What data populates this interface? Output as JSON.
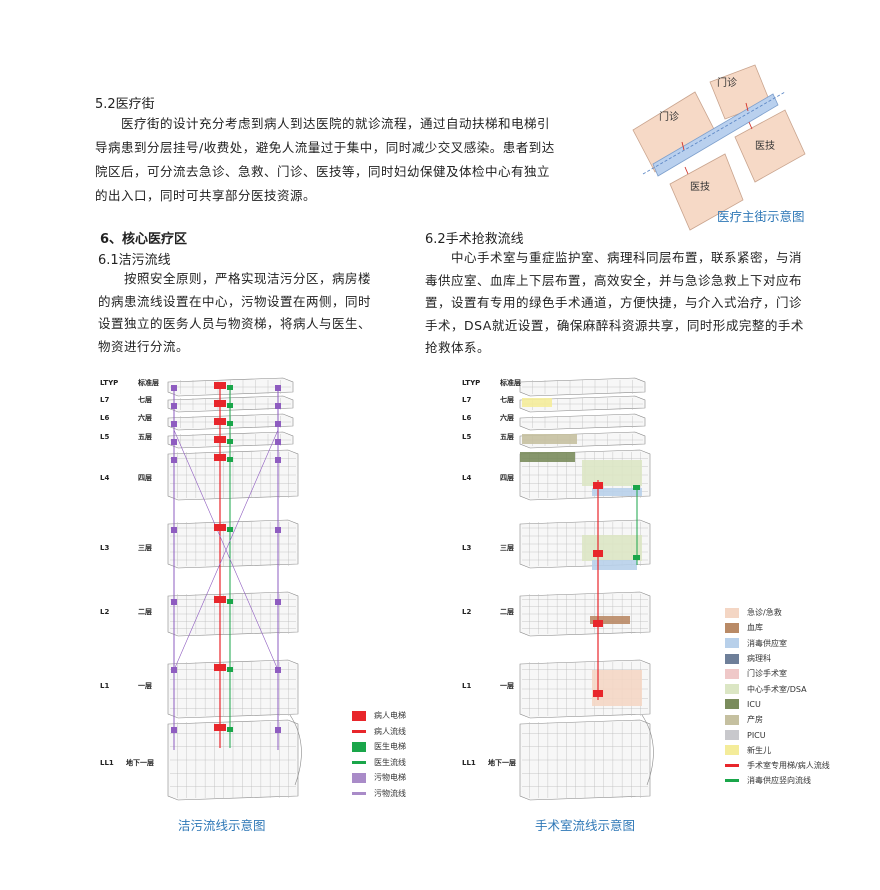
{
  "section52": {
    "title": "5.2医疗街",
    "lines": [
      "医疗街的设计充分考虑到病人到达医院的就诊流程，通过自动扶梯和电梯引",
      "导病患到分层挂号/收费处，避免人流量过于集中，同时减少交叉感染。患者到达",
      "院区后，可分流去急诊、急救、门诊、医技等，同时妇幼保健及体检中心有独立",
      "的出入口，同时可共享部分医技资源。"
    ]
  },
  "street_diagram": {
    "blocks": [
      "门诊",
      "门诊",
      "医技",
      "医技"
    ],
    "caption": "医疗主街示意图"
  },
  "section6": {
    "title": "6、核心医疗区"
  },
  "section61": {
    "title": "6.1洁污流线",
    "lines": [
      "按照安全原则，严格实现洁污分区，病房楼",
      "的病患流线设置在中心，污物设置在两侧，同时",
      "设置独立的医务人员与物资梯，将病人与医生、",
      "物资进行分流。"
    ]
  },
  "section62": {
    "title": "6.2手术抢救流线",
    "lines": [
      "中心手术室与重症监护室、病理科同层布置，联系紧密，与消",
      "毒供应室、血库上下层布置，高效安全，并与急诊急救上下对应布",
      "置，设置有专用的绿色手术通道，方便快捷，与介入式治疗，门诊",
      "手术，DSA就近设置，确保麻醉科资源共享，同时形成完整的手术",
      "抢救体系。"
    ]
  },
  "floors": [
    {
      "code": "LTYP",
      "name": "标准层"
    },
    {
      "code": "L7",
      "name": "七层"
    },
    {
      "code": "L6",
      "name": "六层"
    },
    {
      "code": "L5",
      "name": "五层"
    },
    {
      "code": "L4",
      "name": "四层"
    },
    {
      "code": "L3",
      "name": "三层"
    },
    {
      "code": "L2",
      "name": "二层"
    },
    {
      "code": "L1",
      "name": "一层"
    },
    {
      "code": "LL1",
      "name": "地下一层"
    }
  ],
  "legend_left": [
    {
      "label": "病人电梯",
      "color": "#e8262b",
      "kind": "box"
    },
    {
      "label": "病人流线",
      "color": "#e8262b",
      "kind": "line"
    },
    {
      "label": "医生电梯",
      "color": "#1aa64a",
      "kind": "box"
    },
    {
      "label": "医生流线",
      "color": "#1aa64a",
      "kind": "line"
    },
    {
      "label": "污物电梯",
      "color": "#a98bc8",
      "kind": "box"
    },
    {
      "label": "污物流线",
      "color": "#a98bc8",
      "kind": "line"
    }
  ],
  "legend_right": [
    {
      "label": "急诊/急救",
      "color": "#f4d6c4",
      "kind": "box"
    },
    {
      "label": "血库",
      "color": "#b98a66",
      "kind": "box"
    },
    {
      "label": "消毒供应室",
      "color": "#b8d0ea",
      "kind": "box"
    },
    {
      "label": "病理科",
      "color": "#6e7f99",
      "kind": "box"
    },
    {
      "label": "门诊手术室",
      "color": "#efc8c8",
      "kind": "box"
    },
    {
      "label": "中心手术室/DSA",
      "color": "#dbe6c4",
      "kind": "box"
    },
    {
      "label": "ICU",
      "color": "#7a8c5c",
      "kind": "box"
    },
    {
      "label": "产房",
      "color": "#c5c0a0",
      "kind": "box"
    },
    {
      "label": "PICU",
      "color": "#c8c8cc",
      "kind": "box"
    },
    {
      "label": "新生儿",
      "color": "#f4ec9a",
      "kind": "box"
    },
    {
      "label": "手术室专用梯/病人流线",
      "color": "#e8262b",
      "kind": "line"
    },
    {
      "label": "消毒供应竖向流线",
      "color": "#1aa64a",
      "kind": "line"
    }
  ],
  "captions": {
    "left": "洁污流线示意图",
    "right": "手术室流线示意图"
  }
}
